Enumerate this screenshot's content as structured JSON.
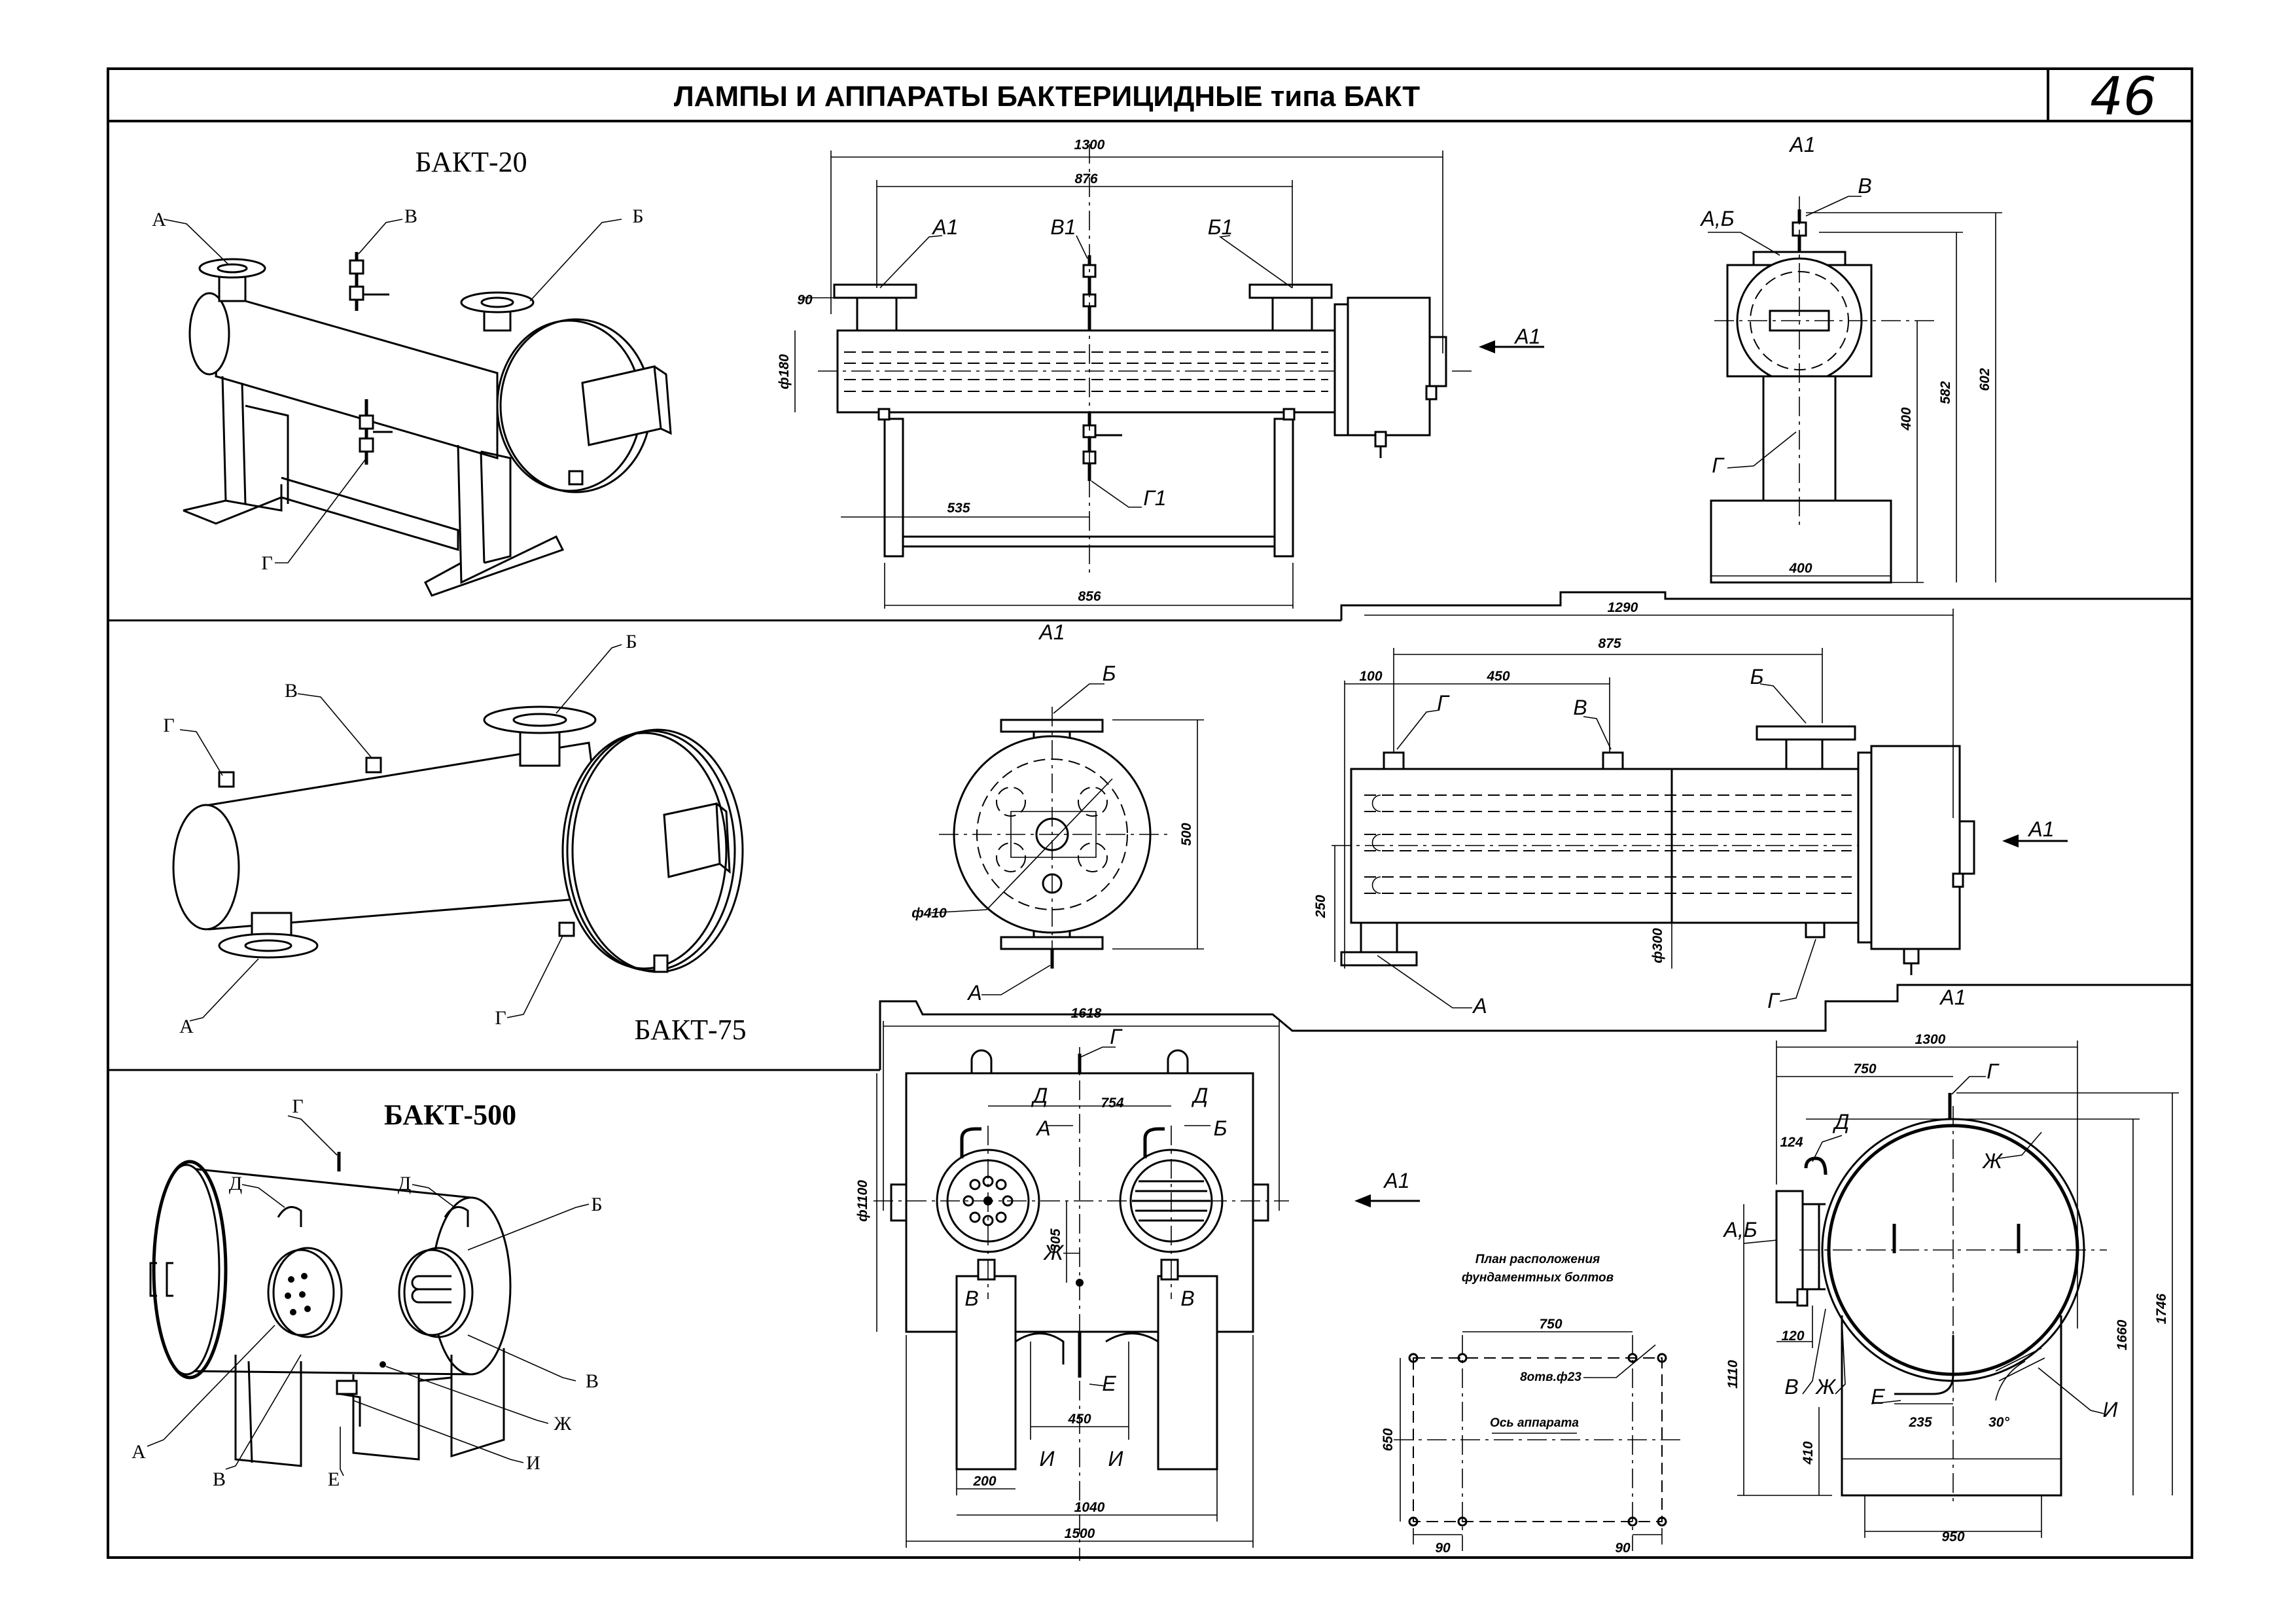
{
  "header": {
    "title": "ЛАМПЫ И АППАРАТЫ БАКТЕРИЦИДНЫЕ типа БАКТ",
    "page_number": "46"
  },
  "bakt20": {
    "name": "БАКТ-20",
    "iso_labels": {
      "a": "А",
      "b": "Б",
      "v": "В",
      "g": "Г"
    },
    "front": {
      "dims": {
        "d1300": "1300",
        "d876": "876",
        "d90": "90",
        "d180": "ф180",
        "d535": "535",
        "d856": "856"
      },
      "labels": {
        "a1": "А1",
        "v1": "В1",
        "b1": "Б1",
        "g1": "Г1",
        "arrow": "А1"
      }
    },
    "side": {
      "title": "А1",
      "labels": {
        "ab": "А,Б",
        "v": "В",
        "g": "Г"
      },
      "dims": {
        "d400h": "400",
        "d582": "582",
        "d602": "602",
        "d400w": "400"
      }
    }
  },
  "bakt75": {
    "name": "БАКТ-75",
    "iso_labels": {
      "g_top": "Г",
      "v": "В",
      "b": "Б",
      "a": "А",
      "g_bottom": "Г"
    },
    "end": {
      "title": "А1",
      "labels": {
        "b": "Б",
        "a": "А"
      },
      "dims": {
        "d500": "500",
        "d410": "ф410"
      }
    },
    "front": {
      "dims": {
        "d1290": "1290",
        "d875": "875",
        "d100": "100",
        "d450": "450",
        "d250": "250",
        "d300": "ф300"
      },
      "labels": {
        "g_top": "Г",
        "v": "В",
        "b": "Б",
        "arrow": "А1",
        "a": "А",
        "g_bottom": "Г"
      }
    }
  },
  "bakt500": {
    "name": "БАКТ-500",
    "iso_labels": {
      "g": "Г",
      "d1": "Д",
      "d2": "Д",
      "b": "Б",
      "v_right": "В",
      "zh": "Ж",
      "i": "И",
      "e": "Е",
      "v_left": "В",
      "a": "А"
    },
    "front": {
      "dims": {
        "d1618": "1618",
        "d754": "754",
        "d1100": "ф1100",
        "d305": "305",
        "d450": "450",
        "d200": "200",
        "d1040": "1040",
        "d1500": "1500"
      },
      "labels": {
        "g": "Г",
        "d_left": "Д",
        "d_right": "Д",
        "a": "А",
        "b": "Б",
        "v_left": "В",
        "v_right": "В",
        "zh": "Ж",
        "e": "Е",
        "i_left": "И",
        "i_right": "И",
        "arrow": "А1"
      }
    },
    "foundation": {
      "title_line1": "План расположения",
      "title_line2": "фундаментных болтов",
      "bolt_note": "8отв.ф23",
      "axis_note": "Ось аппарата",
      "dims": {
        "d750": "750",
        "d650": "650",
        "d90_left": "90",
        "d90_right": "90"
      }
    },
    "side": {
      "title": "А1",
      "dims": {
        "d1300": "1300",
        "d750": "750",
        "d124": "124",
        "d1110": "1110",
        "d120": "120",
        "d1660": "1660",
        "d1746": "1746",
        "d410": "410",
        "d235": "235",
        "d30": "30°",
        "d950": "950"
      },
      "labels": {
        "g": "Г",
        "d": "Д",
        "zh_top": "Ж",
        "ab": "А,Б",
        "v": "В",
        "zh_bottom": "Ж",
        "e": "Е",
        "i": "И"
      }
    }
  }
}
